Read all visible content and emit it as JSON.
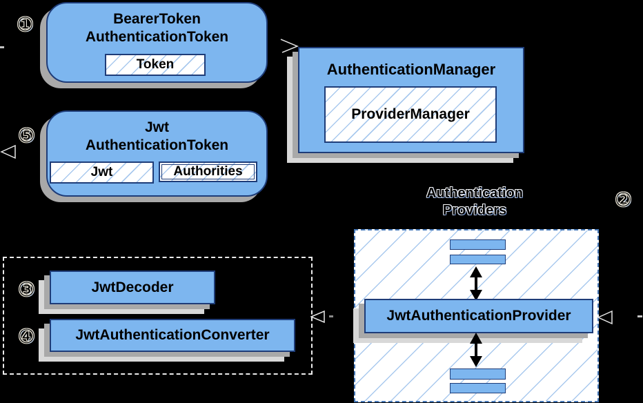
{
  "diagram": {
    "badges": {
      "step1": "①",
      "step2": "②",
      "step3": "③",
      "step4": "④",
      "step5": "⑤"
    },
    "nodes": {
      "bearer_token": {
        "line1": "BearerToken",
        "line2": "AuthenticationToken",
        "field": "Token"
      },
      "jwt_token": {
        "line1": "Jwt",
        "line2": "AuthenticationToken",
        "field_jwt": "Jwt",
        "field_authorities": "Authorities"
      },
      "auth_manager": {
        "title": "AuthenticationManager",
        "inner": "ProviderManager"
      },
      "providers_group": {
        "label_line1": "Authentication",
        "label_line2": "Providers",
        "provider": "JwtAuthenticationProvider"
      },
      "decoder_group": {
        "decoder": "JwtDecoder",
        "converter": "JwtAuthenticationConverter"
      }
    },
    "colors": {
      "background": "#000000",
      "box_fill": "#7db6ef",
      "box_border": "#1e3c78",
      "shadow_near": "#a9a9a9",
      "shadow_far": "#d8d8d8",
      "hatch_line": "#a9c9ee",
      "provider_dash": "#4577b7",
      "white_dash": "#ececec"
    }
  }
}
